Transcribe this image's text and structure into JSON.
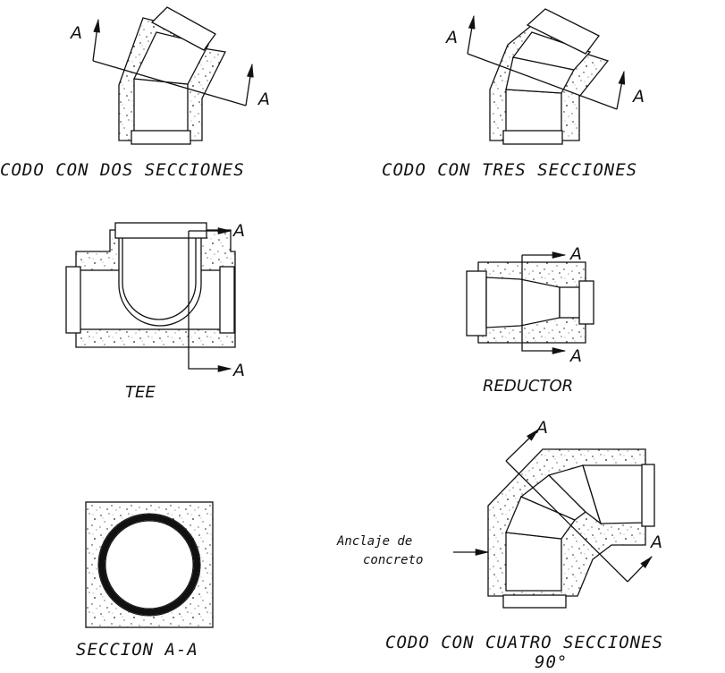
{
  "labels": {
    "codo_dos": "CODO CON DOS SECCIONES",
    "codo_tres": "CODO CON TRES SECCIONES",
    "tee": "TEE",
    "reductor": "REDUCTOR",
    "seccion": "SECCION A-A",
    "codo_cuatro_line1": "CODO CON CUATRO SECCIONES",
    "codo_cuatro_line2": "90°",
    "anclaje_line1": "Anclaje de",
    "anclaje_line2": "concreto",
    "section_mark": "A"
  },
  "colors": {
    "line": "#111111",
    "background": "#ffffff"
  }
}
